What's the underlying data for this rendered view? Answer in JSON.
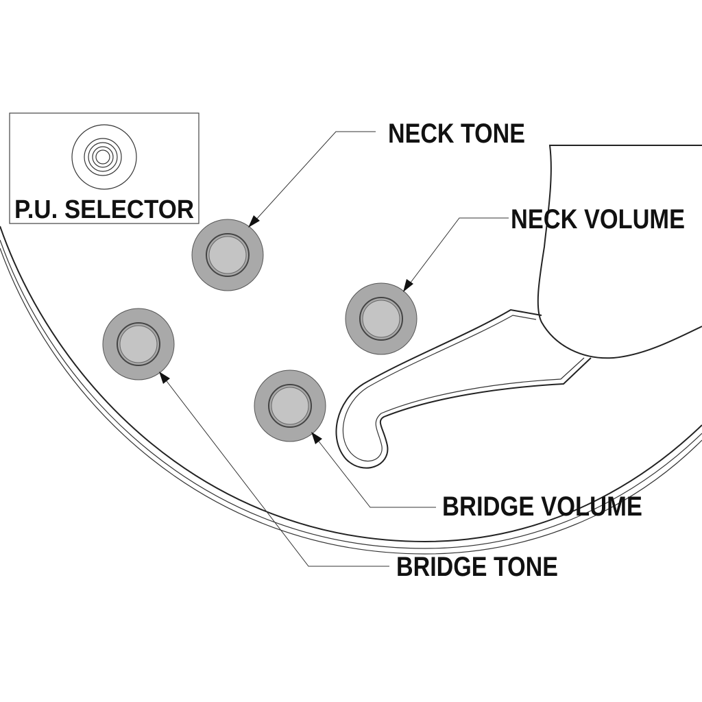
{
  "labels": {
    "pu_selector": "P.U. SELECTOR",
    "neck_tone": "NECK TONE",
    "neck_volume": "NECK VOLUME",
    "bridge_volume": "BRIDGE VOLUME",
    "bridge_tone": "BRIDGE TONE"
  },
  "colors": {
    "knob_fill": "#a9a9a9",
    "line": "#222222",
    "background": "#ffffff"
  }
}
